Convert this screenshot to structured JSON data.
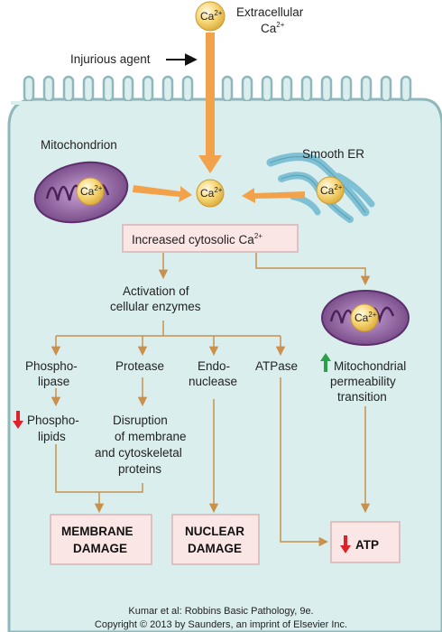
{
  "ions": {
    "ca": "Ca",
    "charge": "2+"
  },
  "labels": {
    "extracellular_line1": "Extracellular",
    "extracellular_line2": "Ca",
    "injurious_agent": "Injurious agent",
    "mitochondrion": "Mitochondrion",
    "smooth_er": "Smooth ER",
    "increased_cytosolic": "Increased cytosolic Ca",
    "activation_line1": "Activation of",
    "activation_line2": "cellular enzymes",
    "phospholipase_line1": "Phospho-",
    "phospholipase_line2": "lipase",
    "protease": "Protease",
    "endonuclease_line1": "Endo-",
    "endonuclease_line2": "nuclease",
    "atpase": "ATPase",
    "mito_perm_line1": "Mitochondrial",
    "mito_perm_line2": "permeability",
    "mito_perm_line3": "transition",
    "phospholipids_line1": "Phospho-",
    "phospholipids_line2": "lipids",
    "disruption_line1": "Disruption",
    "disruption_line2": "of membrane",
    "disruption_line3": "and cytoskeletal",
    "disruption_line4": "proteins"
  },
  "outcomes": {
    "membrane_line1": "MEMBRANE",
    "membrane_line2": "DAMAGE",
    "nuclear_line1": "NUCLEAR",
    "nuclear_line2": "DAMAGE",
    "atp": "ATP"
  },
  "credit": {
    "line1": "Kumar et al: Robbins Basic Pathology, 9e.",
    "line2": "Copyright © 2013  by Saunders, an imprint of Elsevier Inc."
  },
  "colors": {
    "cell_fill": "#dbeeee",
    "cell_border": "#8fb8bc",
    "arrow_orange": "#f2a24a",
    "flow_line": "#c8914d",
    "box_fill": "#fbe6e6",
    "box_border": "#d9b4b4",
    "mito_dark": "#6b3e7c",
    "mito_light": "#b58ac4",
    "calcium_ball": "#f6d471",
    "er_blue": "#7fc0d4",
    "down_red": "#e0212b",
    "up_green": "#2aa04a"
  }
}
